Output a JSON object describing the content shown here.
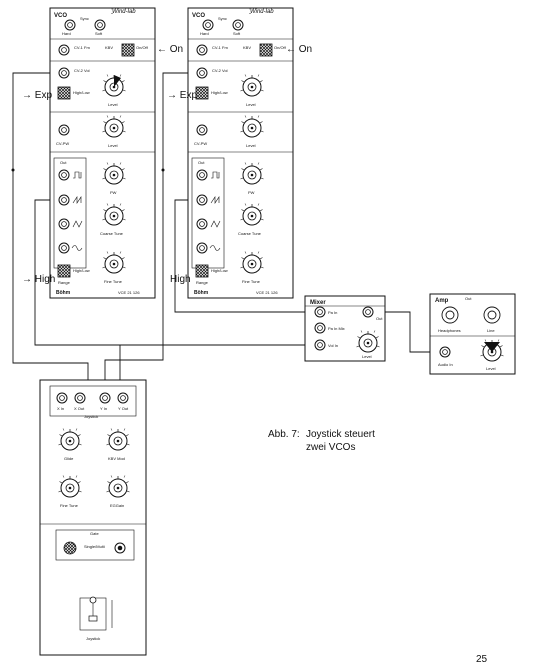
{
  "vco1": {
    "title": "VCO",
    "brand": "ʿ̱Wind-lab",
    "sync_label": "Sync",
    "hard": "Hard",
    "soft": "Soft",
    "cv_fm": "CV-1 Fm",
    "kbv": "KBV",
    "on_off": "On/Off",
    "cv_vol": "CV-2 Vol",
    "high_low_mid": "High/Low",
    "level": "Level",
    "cv_pw": "CV-PW",
    "out": "Out",
    "pw": "PW",
    "coarse_tune": "Coarse Tune",
    "range": "Range",
    "high_low": "High/Low",
    "fine_tune": "Fine Tune",
    "model": "VCE 21 126",
    "maker": "Böhm"
  },
  "vco2": {
    "title": "VCO",
    "brand": "ʿ̱Wind-lab",
    "sync_label": "Sync",
    "hard": "Hard",
    "soft": "Soft",
    "cv_fm": "CV-1 Fm",
    "kbv": "KBV",
    "on_off": "On/Off",
    "cv_vol": "CV-2 Vol",
    "high_low_mid": "High/Low",
    "level": "Level",
    "cv_pw": "CV-PW",
    "out": "Out",
    "pw": "PW",
    "coarse_tune": "Coarse Tune",
    "range": "Range",
    "high_low": "High/Low",
    "fine_tune": "Fine Tune",
    "model": "VCE 21 126",
    "maker": "Böhm"
  },
  "arrows": {
    "on_1": "← On",
    "on_2": "← On",
    "exp_1": "→ Exp",
    "exp_2": "→ Exp",
    "high_1": "→ High",
    "high_2": "High"
  },
  "mixer": {
    "title": "Mixer",
    "in1": "Pa In",
    "in2": "Pa In Mix",
    "in3": "Vol In",
    "out": "Out",
    "level": "Level"
  },
  "amp": {
    "title": "Amp",
    "out": "Out",
    "headphones": "Headphones",
    "line": "Line",
    "audio_in": "Audio In",
    "level": "Level"
  },
  "joystick": {
    "x_in": "X In",
    "x_out": "X Out",
    "y_in": "Y In",
    "y_out": "Y Out",
    "label": "Joystick",
    "glide": "Glide",
    "kbv_mod": "KBV Mod",
    "fine_tune": "Fine Tune",
    "eg_gain": "EGGain",
    "gate": "Gate",
    "single_multi": "Single/Multi",
    "stick_label": "Joystick"
  },
  "caption": {
    "fig": "Abb. 7:",
    "line1": "Joystick steuert",
    "line2": "zwei VCOs"
  },
  "page_number": "25"
}
